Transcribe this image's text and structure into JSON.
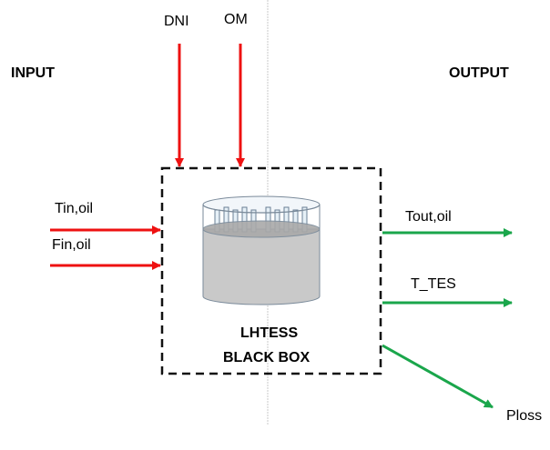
{
  "colors": {
    "input_arrow": "#ee1111",
    "output_arrow": "#1aa64b",
    "box_border": "#111111",
    "divider": "#c8c8c8",
    "tank_fill": "#c9c9c9",
    "tank_outline": "#7a8a9a",
    "rod_fill": "#e6f0f7"
  },
  "headings": {
    "input": "INPUT",
    "output": "OUTPUT"
  },
  "top_inputs": {
    "dni": "DNI",
    "om": "OM"
  },
  "left_inputs": {
    "tin_oil": "Tin,oil",
    "fin_oil": "Fin,oil"
  },
  "outputs": {
    "tout_oil": "Tout,oil",
    "t_tes": "T_TES",
    "ploss": "Ploss"
  },
  "box": {
    "line1": "LHTESS",
    "line2": "BLACK BOX"
  },
  "icons": {
    "tank": "storage-tank-icon"
  }
}
